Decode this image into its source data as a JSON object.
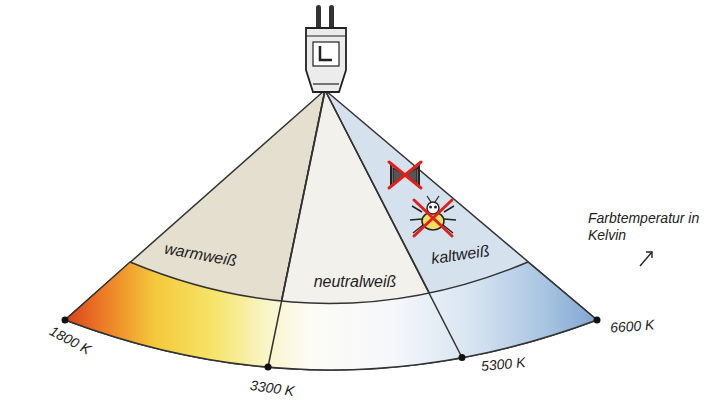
{
  "diagram": {
    "nodes": [
      {
        "text": [
          "warmweiß"
        ]
      },
      {
        "text": [
          "neutralweiß"
        ]
      },
      {
        "text": [
          "kaltweiß"
        ]
      }
    ],
    "labels": [
      "1800 K",
      "3300 K",
      "5300 K",
      "6600 K",
      "Farbtemperatur in Kelvin"
    ]
  }
}
